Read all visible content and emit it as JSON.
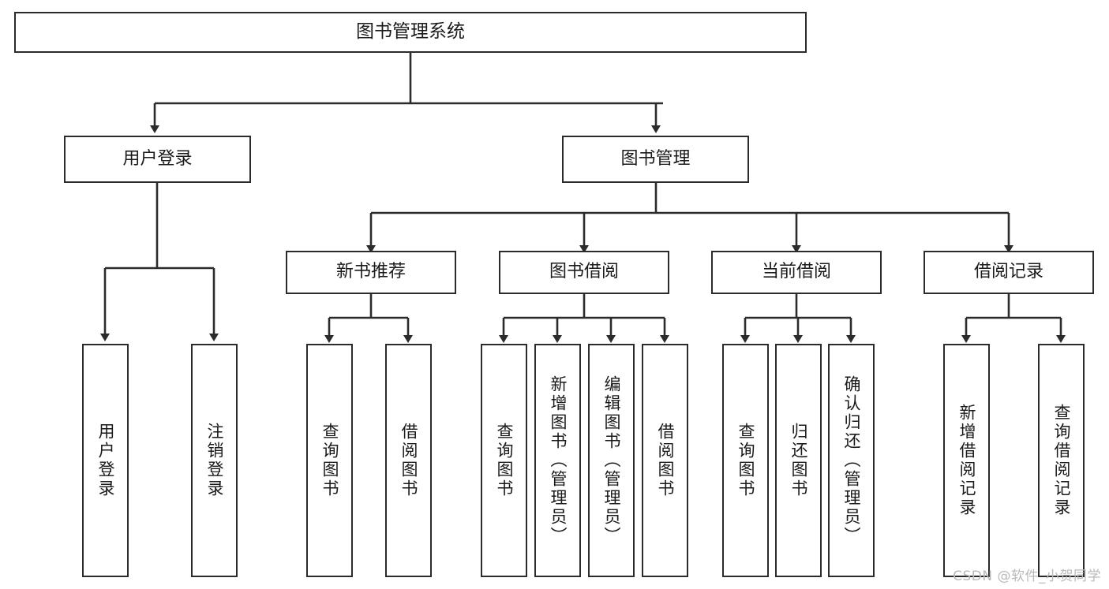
{
  "diagram": {
    "type": "tree",
    "title": "图书管理系统",
    "orientation": "top-down",
    "colors": {
      "line": "#2b2b2b",
      "box_border": "#2b2b2b",
      "box_fill": "#ffffff",
      "text": "#1a1a1a",
      "watermark": "#b9b9b9"
    },
    "root": {
      "label": "图书管理系统"
    },
    "level1": [
      {
        "id": "user-login",
        "label": "用户登录"
      },
      {
        "id": "book-manage",
        "label": "图书管理"
      }
    ],
    "level2": [
      {
        "id": "new-book-rec",
        "label": "新书推荐",
        "parent": "book-manage"
      },
      {
        "id": "book-borrow",
        "label": "图书借阅",
        "parent": "book-manage"
      },
      {
        "id": "current-borrow",
        "label": "当前借阅",
        "parent": "book-manage"
      },
      {
        "id": "borrow-record",
        "label": "借阅记录",
        "parent": "book-manage"
      }
    ],
    "leaves": [
      {
        "id": "leaf-user-login",
        "label": "用户登录",
        "parent": "user-login"
      },
      {
        "id": "leaf-user-logout",
        "label": "注销登录",
        "parent": "user-login"
      },
      {
        "id": "leaf-query-book-1",
        "label": "查询图书",
        "parent": "new-book-rec"
      },
      {
        "id": "leaf-borrow-book-1",
        "label": "借阅图书",
        "parent": "new-book-rec"
      },
      {
        "id": "leaf-query-book-2",
        "label": "查询图书",
        "parent": "book-borrow"
      },
      {
        "id": "leaf-add-book",
        "label": "新增图书（管理员）",
        "parent": "book-borrow"
      },
      {
        "id": "leaf-edit-book",
        "label": "编辑图书（管理员）",
        "parent": "book-borrow"
      },
      {
        "id": "leaf-borrow-book-2",
        "label": "借阅图书",
        "parent": "book-borrow"
      },
      {
        "id": "leaf-query-book-3",
        "label": "查询图书",
        "parent": "current-borrow"
      },
      {
        "id": "leaf-return-book",
        "label": "归还图书",
        "parent": "current-borrow"
      },
      {
        "id": "leaf-confirm-return",
        "label": "确认归还（管理员）",
        "parent": "current-borrow"
      },
      {
        "id": "leaf-add-record",
        "label": "新增借阅记录",
        "parent": "borrow-record"
      },
      {
        "id": "leaf-query-record",
        "label": "查询借阅记录",
        "parent": "borrow-record"
      }
    ]
  },
  "watermark": {
    "text": "CSDN @软件_小贺同学"
  }
}
